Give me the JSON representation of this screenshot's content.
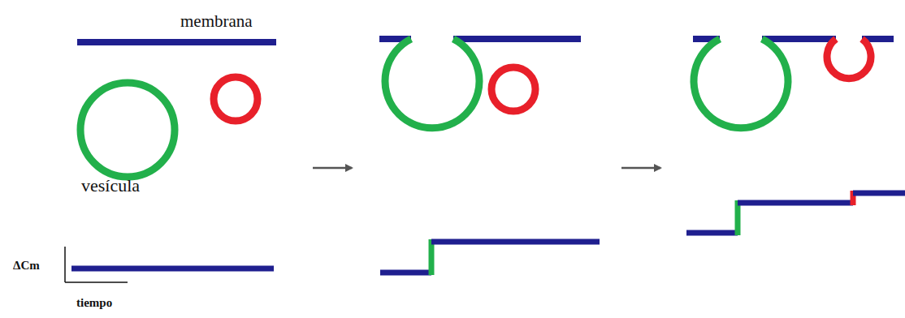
{
  "diagram": {
    "labels": [
      "membrana",
      "vesícula",
      "ΔCm",
      "tiempo"
    ]
  }
}
